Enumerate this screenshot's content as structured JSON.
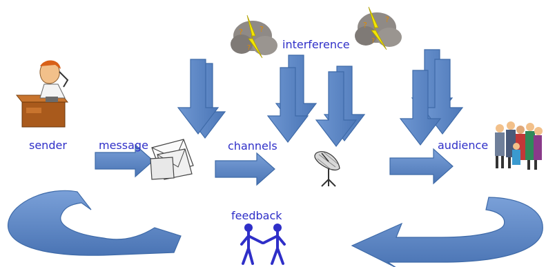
{
  "labels": {
    "sender": "sender",
    "message": "message",
    "channels": "channels",
    "interference": "interference",
    "audience": "audience",
    "feedback": "feedback"
  },
  "colors": {
    "arrow_fill": "#5b86c4",
    "arrow_stroke": "#3e6aa8",
    "label_text": "#2f2fc8",
    "storm_cloud": "#8f8a86",
    "lightning": "#f2e600"
  },
  "icons": [
    "person-on-phone-icon",
    "envelopes-icon",
    "satellite-dish-icon",
    "crowd-icon",
    "handshake-icon",
    "storm-cloud-icon"
  ]
}
